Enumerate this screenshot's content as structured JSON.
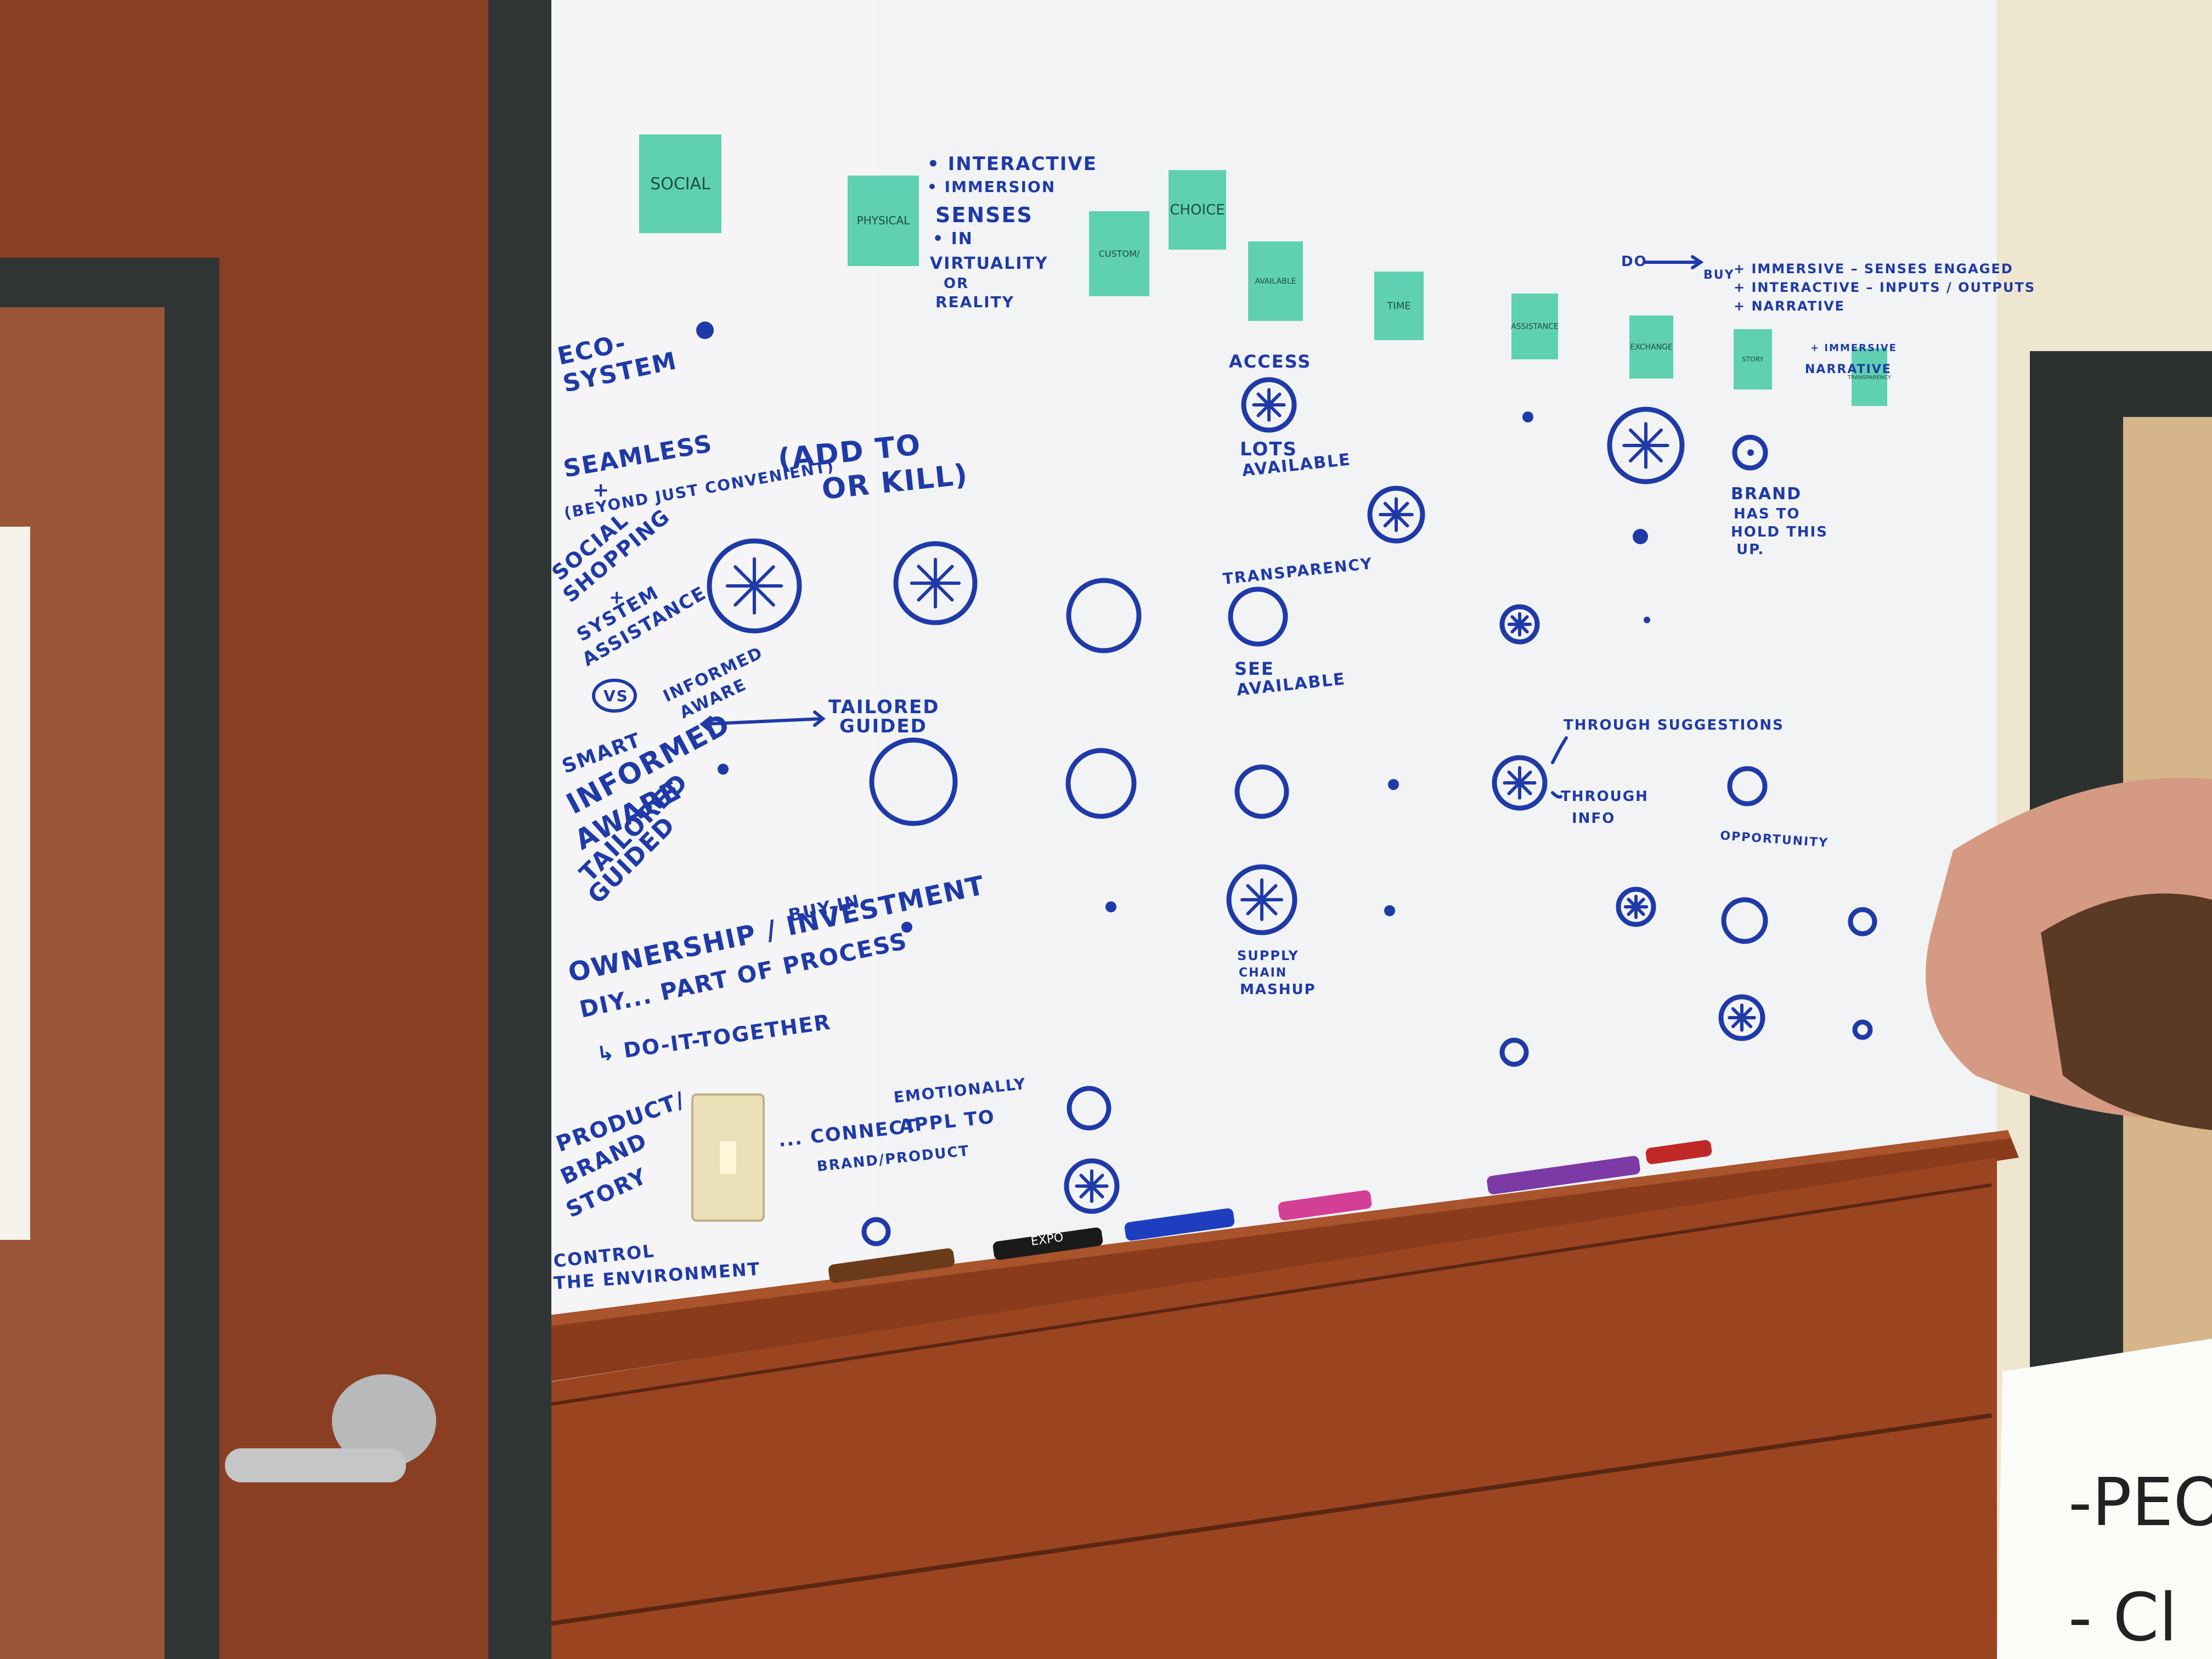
{
  "sticky_notes": [
    {
      "label": "SOCIAL"
    },
    {
      "label": "PHYSICAL"
    },
    {
      "label": "CUSTOM/"
    },
    {
      "label": "CHOICE"
    },
    {
      "label": "AVAILABLE"
    },
    {
      "label": "TIME"
    },
    {
      "label": "ASSISTANCE"
    },
    {
      "label": "EXCHANGE"
    },
    {
      "label": "STORY"
    },
    {
      "label": "TRANSPARENCY"
    }
  ],
  "column_notes": {
    "physical_list": [
      "• INTERACTIVE",
      "• IMMERSION",
      "SENSES",
      "• IN",
      "VIRTUALITY",
      "OR",
      "REALITY"
    ],
    "top_right_flow_a": "DO",
    "top_right_flow_b": "BUY",
    "top_right_list": [
      "+ IMMERSIVE – SENSES ENGAGED",
      "+ INTERACTIVE – INPUTS / OUTPUTS",
      "+ NARRATIVE"
    ]
  },
  "row_labels": {
    "ecosystem": [
      "ECO-",
      "SYSTEM"
    ],
    "seamless": [
      "SEAMLESS",
      "+",
      "(BEYOND JUST CONVENIENT)"
    ],
    "add_to": [
      "(ADD TO",
      "OR KILL)"
    ],
    "social_shopping": [
      "SOCIAL",
      "SHOPPING",
      "+",
      "SYSTEM",
      "ASSISTANCE"
    ],
    "vs": "VS",
    "informed_aware_small": [
      "INFORMED",
      "AWARE"
    ],
    "tailored_guided_small": [
      "TAILORED",
      "GUIDED"
    ],
    "smart": [
      "SMART",
      "INFORMED",
      "AWARE",
      "TAILORED",
      "GUIDED"
    ],
    "ownership": [
      "OWNERSHIP / INVESTMENT",
      "BUY-IN"
    ],
    "diy": "DIY... PART OF PROCESS",
    "do_it_together": "↳ DO-IT-TOGETHER",
    "product_brand": [
      "PRODUCT/",
      "BRAND",
      "STORY"
    ],
    "connect": [
      "... CONNECT",
      "EMOTIONALLY",
      "APPL TO",
      "BRAND/PRODUCT"
    ],
    "control": [
      "CONTROL",
      "THE ENVIRONMENT"
    ]
  },
  "cell_notes": {
    "access": "ACCESS",
    "lots_available": [
      "LOTS",
      "AVAILABLE"
    ],
    "transparency": "TRANSPARENCY",
    "see_available": [
      "SEE",
      "AVAILABLE"
    ],
    "brand_hold": [
      "BRAND",
      "HAS TO",
      "HOLD THIS",
      "UP."
    ],
    "through_suggestions": "THROUGH SUGGESTIONS",
    "through_info": [
      "THROUGH",
      "INFO"
    ],
    "opportunity": "OPPORTUNITY",
    "supply_chain": [
      "SUPPLY",
      "CHAIN",
      "MASHUP"
    ],
    "story_narrative": [
      "+ IMMERSIVE",
      "NARRATIVE"
    ]
  },
  "sign_text": [
    "-PEO",
    "- Cl"
  ],
  "marker_brand": "EXPO",
  "colors": {
    "ink": "#1f3aa8",
    "sticky": "#5fd1b1",
    "door": "#8a3f22",
    "frame": "#2f3534",
    "whiteboard": "#f3f4f6",
    "cabinet": "#9a4520"
  }
}
